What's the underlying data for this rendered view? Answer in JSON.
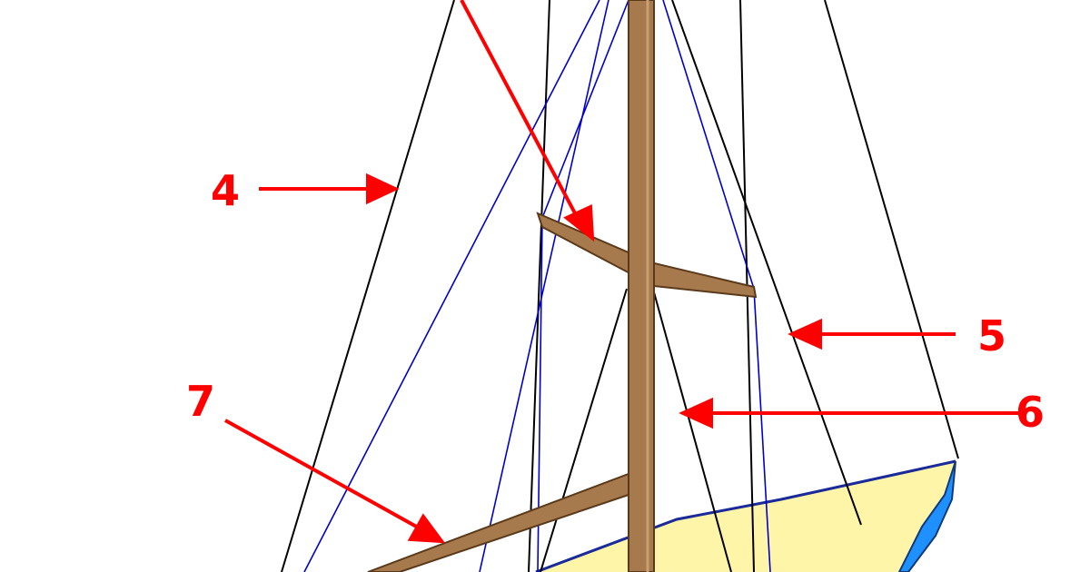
{
  "diagram": {
    "callouts": [
      {
        "id": "4",
        "label": "4"
      },
      {
        "id": "5",
        "label": "5"
      },
      {
        "id": "6",
        "label": "6"
      },
      {
        "id": "7",
        "label": "7"
      }
    ]
  },
  "colors": {
    "background": "#ffffff",
    "callout": "#ff0000",
    "rigging_black": "#000000",
    "rigging_blue": "#0000cc",
    "wood": "#a67a4c",
    "wood_outline": "#5a3a1a",
    "sail": "#fff5a8",
    "sail_edge": "#1a2a9a",
    "hull_blue": "#1e90ff"
  }
}
